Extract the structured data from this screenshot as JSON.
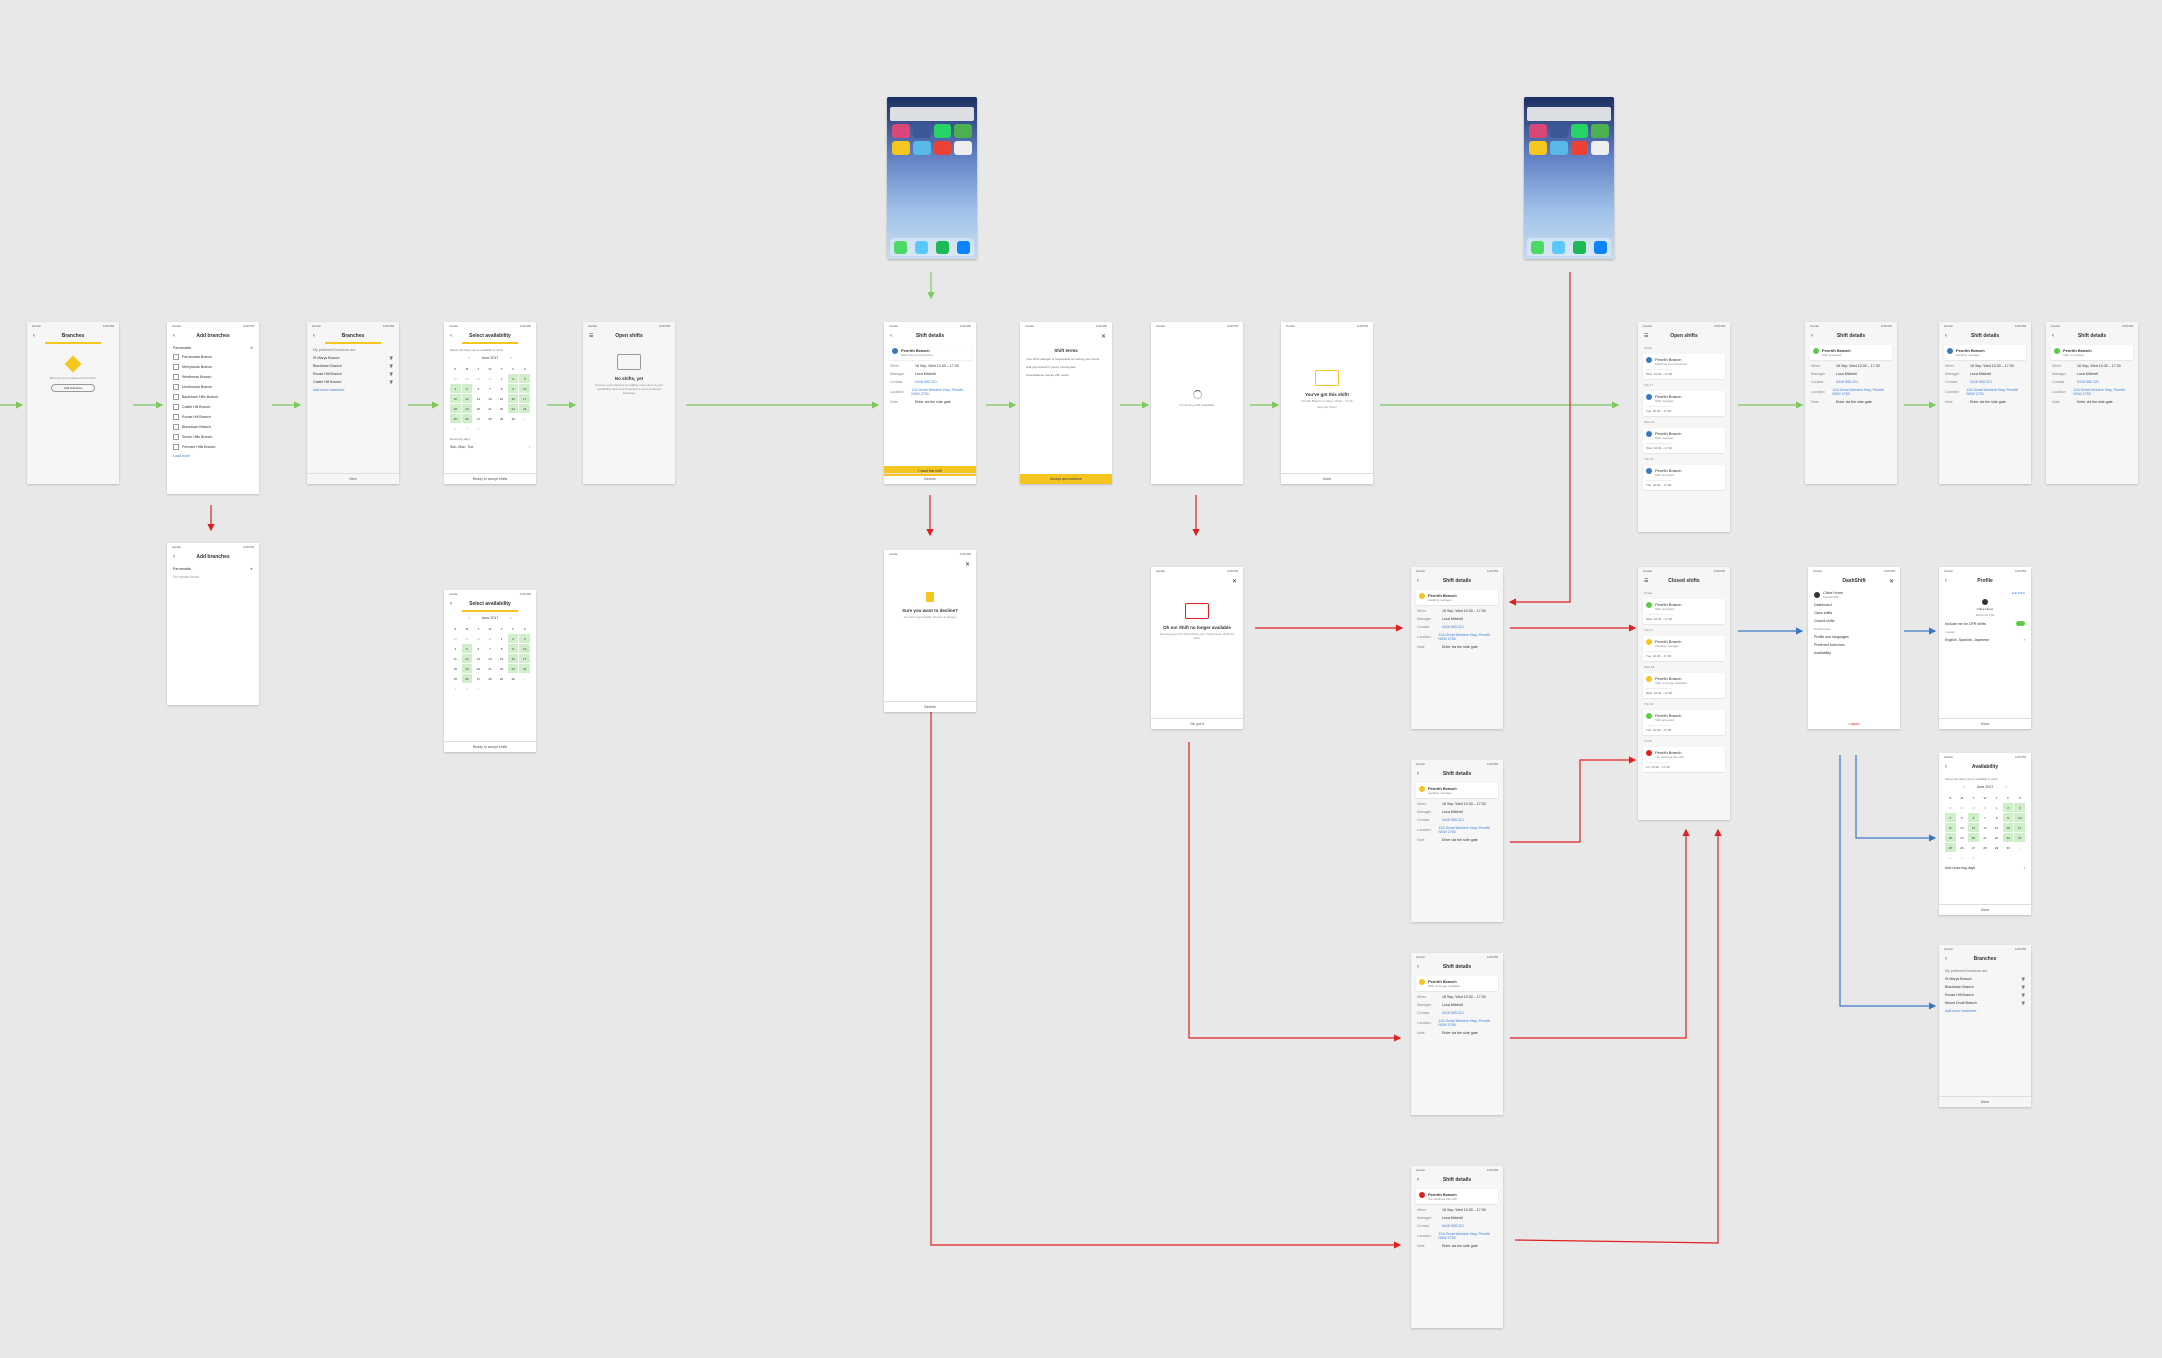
{
  "status": {
    "carrier": "Carrier",
    "time": "4:20 PM"
  },
  "colors": {
    "success_arrow": "#7cc95c",
    "error_arrow": "#e02020",
    "nav_arrow": "#3a78c2",
    "accent": "#f6c620",
    "available_day": "#cfeec9"
  },
  "icons": {
    "back": "‹",
    "close": "✕",
    "menu": "☰",
    "next": "›",
    "prev": "‹",
    "delete": "🗑"
  },
  "s1": {
    "title": "Branches",
    "question": "What are your preferred branches?",
    "button": "Add branches"
  },
  "s2": {
    "title": "Add branches",
    "search": "Parramatta",
    "items": [
      "Parramatta Branch",
      "Merrylands Branch",
      "Westmead Branch",
      "Northmead Branch",
      "Baulkham Hills Branch",
      "Castle Hill Branch",
      "Rouse Hill Branch",
      "Blacktown Branch",
      "Seven Hills Branch",
      "Pennant Hills Branch"
    ],
    "more": "Load more"
  },
  "s2b": {
    "title": "Add branches",
    "search": "Parramatta",
    "empty": "No results found"
  },
  "s3": {
    "title": "Branches",
    "subtitle": "My preferred branches are",
    "items": [
      "St Marys Branch",
      "Blacktown Branch",
      "Rouse Hill Branch",
      "Castle Hill Branch"
    ],
    "add": "Add more branches",
    "next": "Next"
  },
  "s4": {
    "title": "Select availability",
    "subtitle": "Select the days you're available to work",
    "month": "June 2017",
    "recurring": "Recurring days",
    "recurring_val": "Sun, Mon, Tue",
    "footer": "Ready to accept shifts"
  },
  "s4b": {
    "title": "Select availability",
    "month": "June 2017",
    "footer": "Ready to accept shifts"
  },
  "cal": {
    "heads": [
      "S",
      "M",
      "T",
      "W",
      "T",
      "F",
      "S"
    ],
    "days": [
      "28",
      "29",
      "30",
      "31",
      "1",
      "2",
      "3",
      "4",
      "5",
      "6",
      "7",
      "8",
      "9",
      "10",
      "11",
      "12",
      "13",
      "14",
      "15",
      "16",
      "17",
      "18",
      "19",
      "20",
      "21",
      "22",
      "23",
      "24",
      "25",
      "26",
      "27",
      "28",
      "29",
      "30",
      "1",
      "2",
      "3",
      "4"
    ]
  },
  "s5": {
    "title": "Open shifts",
    "msg": "No shifts, yet",
    "sub": "Improve your chances by adding more days to your availability and more branches to your preferred branches"
  },
  "s6": {
    "title": "Shift details",
    "branch": "Penrith Branch",
    "branch_sub": "Matching your branches",
    "when_label": "When",
    "when": "16 Sep, Wed 10:30 – 17:30",
    "manager_label": "Manager",
    "manager": "Luca Mitchell",
    "contact_label": "Contact",
    "contact": "0416 555 221",
    "location_label": "Location",
    "location": "12A Great Western Hwy, Penrith NSW 2750",
    "note_label": "Note",
    "note": "Enter via the side gate",
    "accept": "I want this shift",
    "decline": "Decline"
  },
  "s7": {
    "title": "Shift terms",
    "terms": [
      "Your shift manager is responsible for setting your hours",
      "Call your branch if you're running late",
      "Cancellations require 24h notice"
    ],
    "accept": "Accept and continue"
  },
  "s8": {
    "msg": "Confirming shift availability"
  },
  "s9": {
    "title": "You've got this shift!",
    "sub": "Penrith Branch on Wed, 10:30 – 17:30",
    "sub2": "See you there!",
    "done": "Done"
  },
  "s10": {
    "title": "Sure you want to decline?",
    "sub": "You won't get another chance to accept.",
    "btn": "Decline"
  },
  "s11": {
    "title": "Oh no! Shift no longer available",
    "sub": "Someone got this shift before you. Check open shifts for more.",
    "btn": "Ok, got it"
  },
  "open": {
    "title": "Open shifts",
    "groups": [
      {
        "date": "Today",
        "branch": "Penrith Branch",
        "sub": "Matching your branches",
        "time": "Wed, 10:30 – 17:30"
      },
      {
        "date": "Tue 17",
        "branch": "Penrith Branch",
        "sub": "Shift manager",
        "time": "Tue, 10:30 – 17:30"
      },
      {
        "date": "Wed 18",
        "branch": "Penrith Branch",
        "sub": "Shift manager",
        "time": "Wed, 10:30 – 17:30"
      },
      {
        "date": "Thu 19",
        "branch": "Penrith Branch",
        "sub": "Shift accepted",
        "time": "Thu, 10:30 – 17:30"
      }
    ]
  },
  "closed": {
    "title": "Closed shifts",
    "groups": [
      {
        "date": "Today",
        "branch": "Penrith Branch",
        "sub": "Shift accepted",
        "time": "Wed, 10:30 – 17:30",
        "status": "g"
      },
      {
        "date": "Tue 17",
        "branch": "Penrith Branch",
        "sub": "Awaiting manager",
        "time": "Tue, 10:30 – 17:30",
        "status": "y"
      },
      {
        "date": "Wed 18",
        "branch": "Penrith Branch",
        "sub": "Shift no longer available",
        "time": "Wed, 10:30 – 17:30",
        "status": "y"
      },
      {
        "date": "Thu 19",
        "branch": "Penrith Branch",
        "sub": "Shift accepted",
        "time": "Thu, 10:30 – 17:30",
        "status": "g"
      },
      {
        "date": "Fri 20",
        "branch": "Penrith Branch",
        "sub": "You declined this shift",
        "time": "Fri, 10:30 – 17:30",
        "status": "r"
      }
    ]
  },
  "det": {
    "title": "Shift details",
    "branch": "Penrith Branch",
    "sub_ok": "Shift accepted",
    "sub_wait": "Awaiting manager",
    "sub_comp": "Shift completed",
    "sub_no": "Shift no longer available",
    "sub_dec": "You declined this shift"
  },
  "drawer": {
    "title": "DashShift",
    "name": "Chloe Hume",
    "branch": "Penrith OW",
    "items": [
      "Dashboard",
      "Open shifts",
      "Closed shifts"
    ],
    "prefs": "Preferences",
    "pref_items": [
      "Profile and languages",
      "Preferred branches",
      "Availability"
    ],
    "logout": "Logout"
  },
  "profile": {
    "title": "Profile",
    "edit": "Edit INFO",
    "name": "Chloe Hume",
    "sub": "Welcome OW",
    "toggle": "Include me for OFR shifts",
    "lang_label": "I speak",
    "lang": "English, Spanish, Japanese",
    "footer": "Done"
  },
  "avail": {
    "title": "Availability",
    "subtitle": "Select the days you're available to work",
    "month": "June 2017",
    "recurring": "Add recurring days",
    "footer": "Done"
  },
  "pbr": {
    "title": "Branches",
    "subtitle": "My preferred branches are",
    "items": [
      "St Marys Branch",
      "Blacktown Branch",
      "Rouse Hill Branch",
      "Mount Druitt Branch"
    ],
    "add": "Add more branches",
    "footer": "Done"
  }
}
